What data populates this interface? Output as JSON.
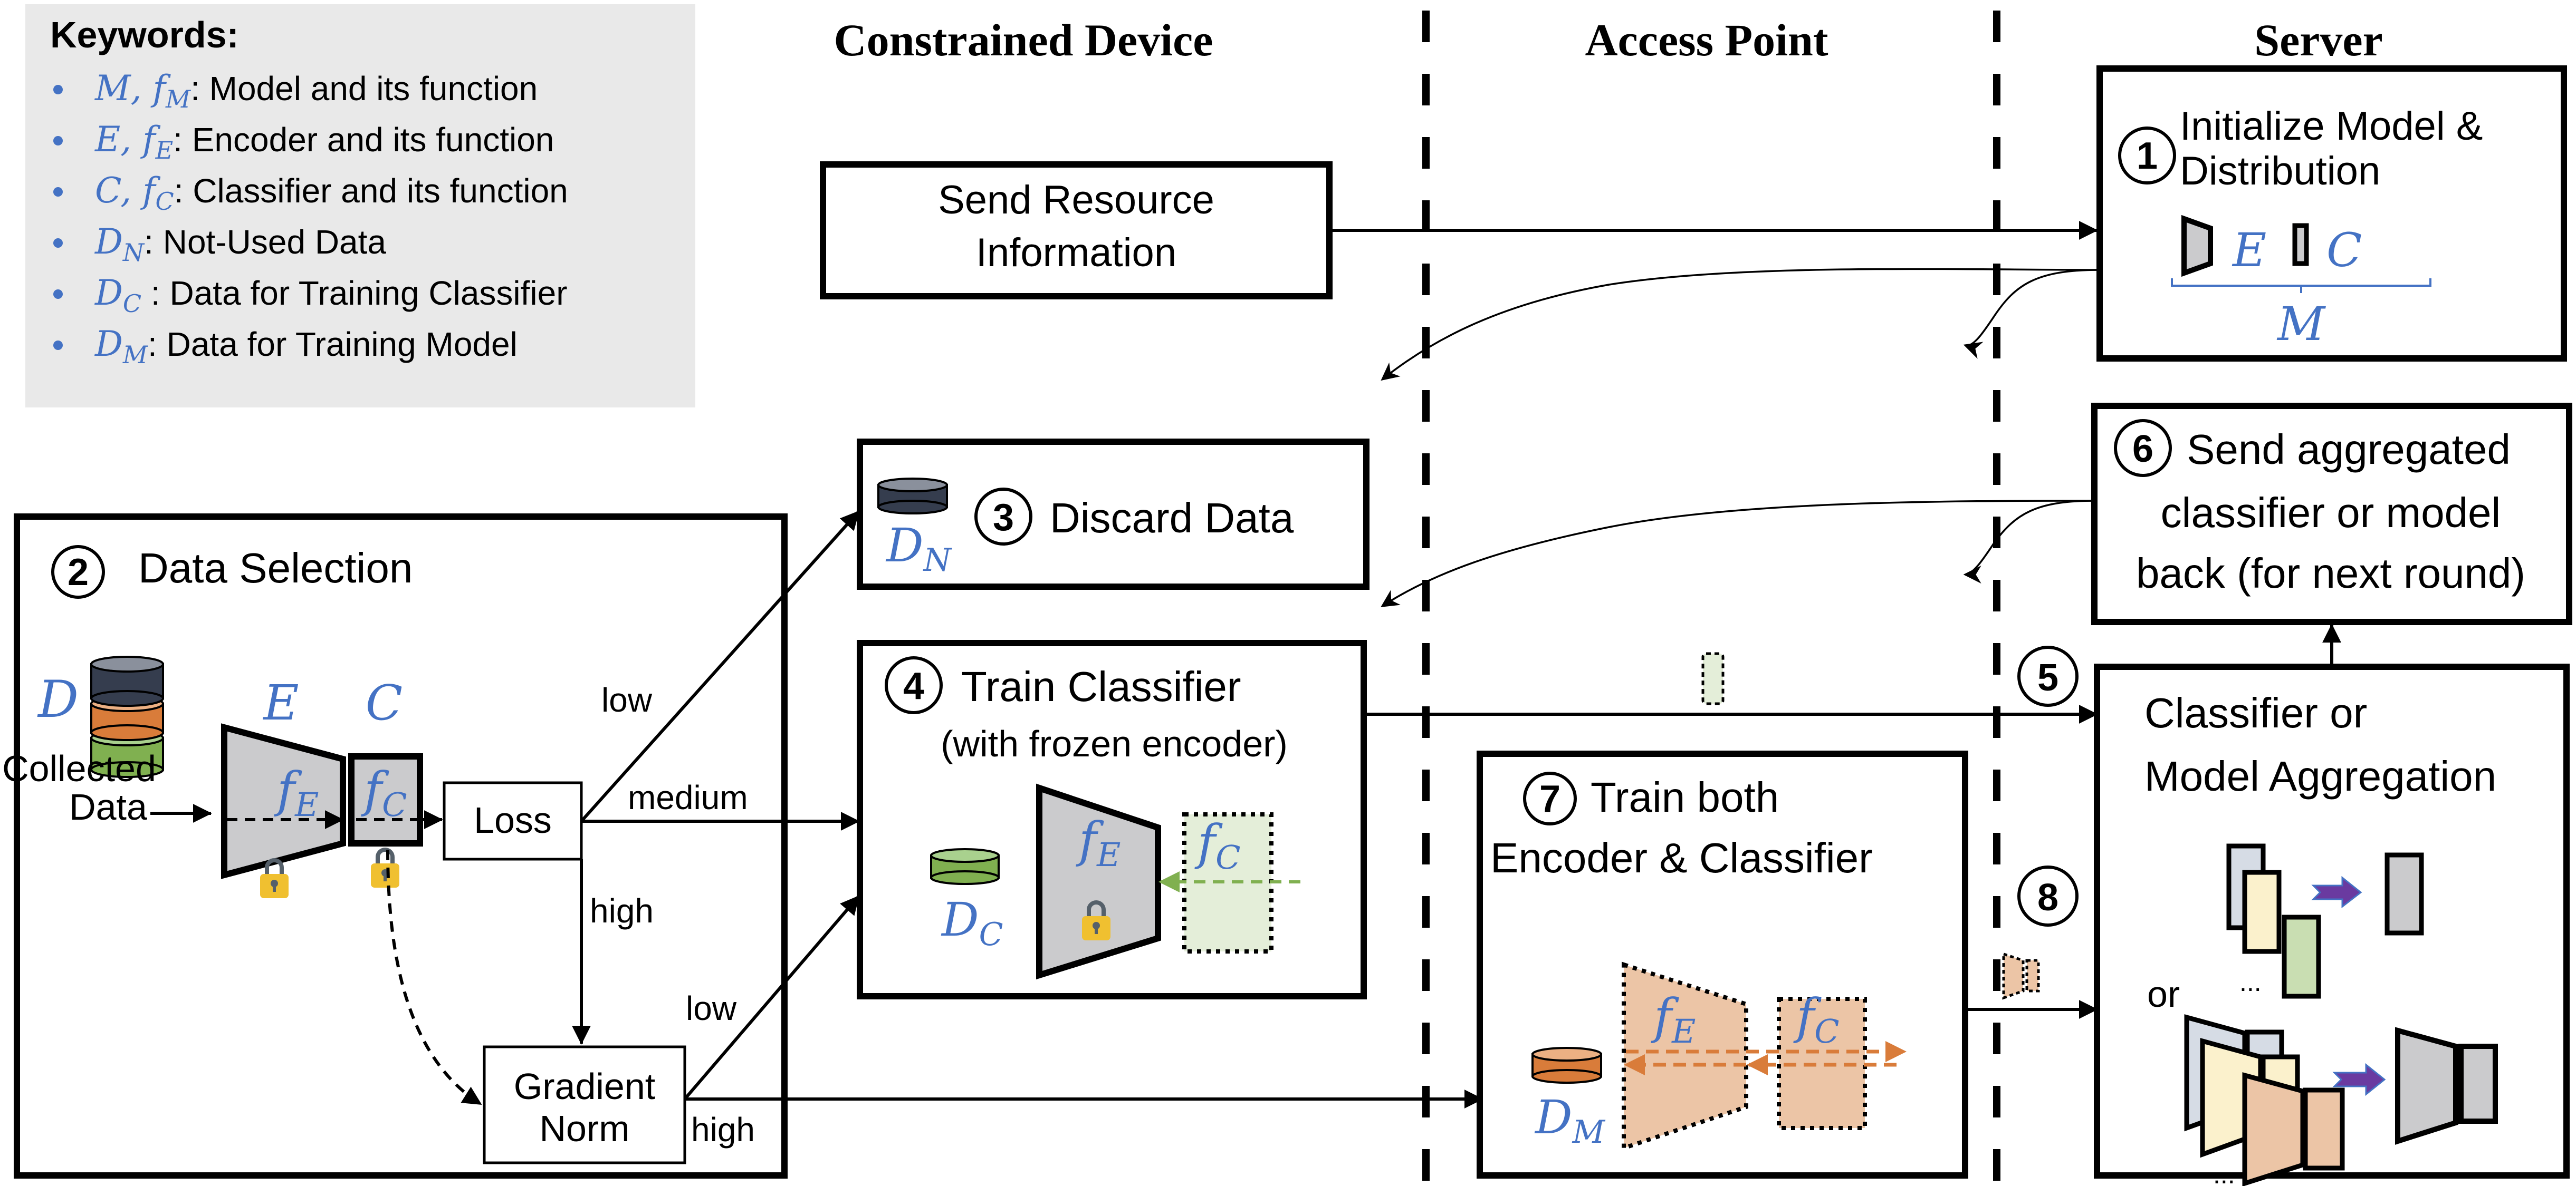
{
  "keywords": {
    "title": "Keywords:",
    "items": [
      {
        "symbol": "M, f",
        "sub": "M",
        "text": ": Model and its function"
      },
      {
        "symbol": "E, f",
        "sub": "E",
        "text": ": Encoder and its function"
      },
      {
        "symbol": "C, f",
        "sub": "C",
        "text": ": Classifier and its function"
      },
      {
        "symbol": "D",
        "sub": "N",
        "text": ": Not-Used Data"
      },
      {
        "symbol": "D",
        "sub": "C",
        "text": " : Data for Training Classifier"
      },
      {
        "symbol": "D",
        "sub": "M",
        "text": ": Data for Training Model"
      }
    ]
  },
  "columns": {
    "device": "Constrained Device",
    "access_point": "Access Point",
    "server": "Server"
  },
  "steps": {
    "send_resource": {
      "line1": "Send Resource",
      "line2": "Information"
    },
    "s1": {
      "num": "1",
      "line1": "Initialize Model &",
      "line2": "Distribution",
      "enc": "E",
      "cls": "C",
      "model": "M"
    },
    "s2": {
      "num": "2",
      "title": "Data Selection",
      "data_symbol": "D",
      "collected_line1": "Collected",
      "collected_line2": "Data",
      "enc": "E",
      "cls": "C",
      "fe": "f",
      "fe_sub": "E",
      "fc": "f",
      "fc_sub": "C",
      "loss": "Loss",
      "grad_line1": "Gradient",
      "grad_line2": "Norm"
    },
    "s3": {
      "num": "3",
      "title": "Discard Data",
      "data": "D",
      "data_sub": "N"
    },
    "s4": {
      "num": "4",
      "title": "Train Classifier",
      "subtitle": "(with frozen encoder)",
      "data": "D",
      "data_sub": "C",
      "fe": "f",
      "fe_sub": "E",
      "fc": "f",
      "fc_sub": "C"
    },
    "s5": {
      "num": "5"
    },
    "s6": {
      "num": "6",
      "line1": "Send aggregated",
      "line2": "classifier or model",
      "line3": "back (for next round)"
    },
    "s7": {
      "num": "7",
      "line1": "Train both",
      "line2": "Encoder & Classifier",
      "data": "D",
      "data_sub": "M",
      "fe": "f",
      "fe_sub": "E",
      "fc": "f",
      "fc_sub": "C"
    },
    "s8": {
      "num": "8"
    },
    "aggregation": {
      "line1": "Classifier or",
      "line2": "Model Aggregation",
      "or": "or",
      "ellipsis": "..."
    }
  },
  "edges": {
    "low1": "low",
    "medium": "medium",
    "high1": "high",
    "low2": "low",
    "high2": "high"
  },
  "colors": {
    "math_blue": "#4472c4",
    "gray_fill": "#cbcbcd",
    "orange": "#d97c3a",
    "orange_light": "#ecc5a6",
    "green": "#80b050",
    "green_light": "#e4eed9",
    "navy": "#353d4e",
    "lock_yellow": "#f0c030",
    "lock_gray": "#55606a",
    "keyword_bg": "#e9e9e9",
    "arrow_purple": "#6a3aa0"
  }
}
